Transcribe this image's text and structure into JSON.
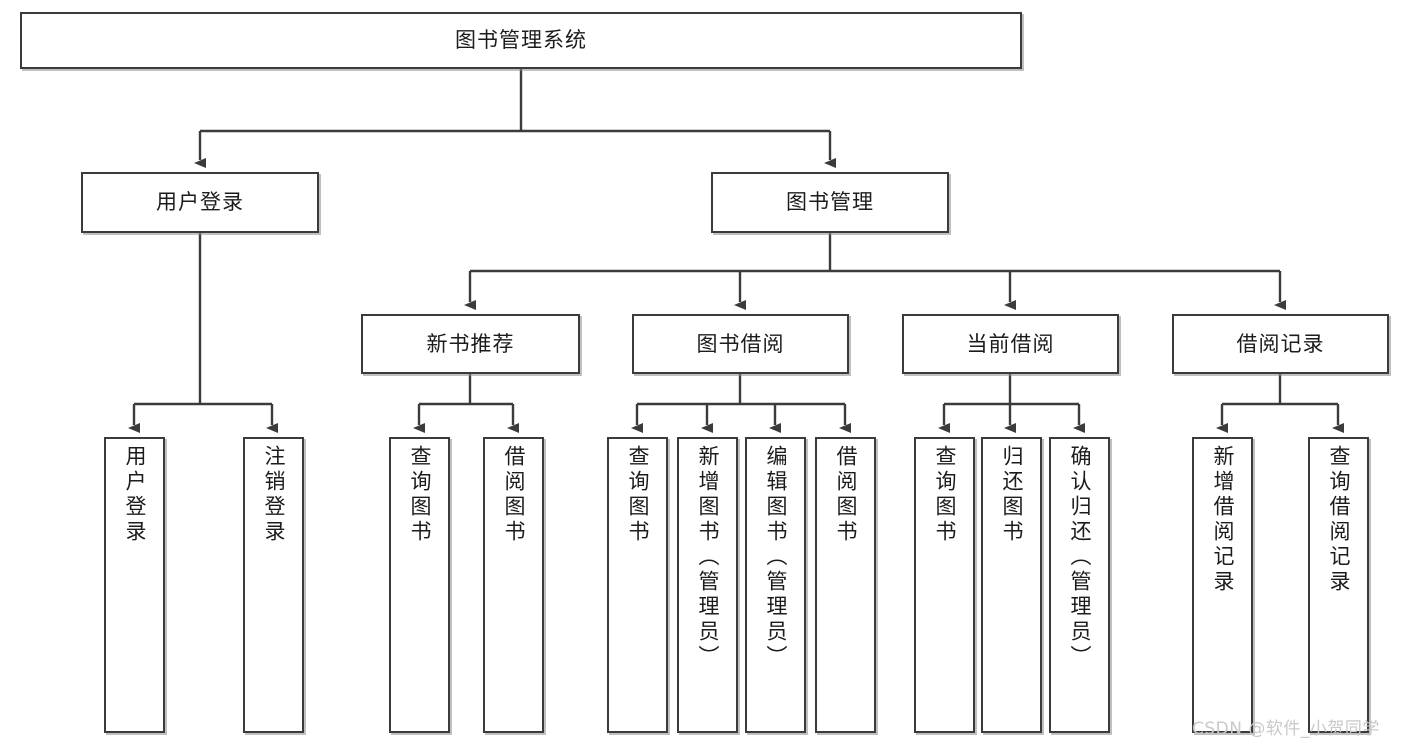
{
  "diagram": {
    "title": "图书管理系统",
    "type": "tree",
    "colors": {
      "node_border": "#3b3b3b",
      "node_fill": "#ffffff",
      "connector": "#3b3b3b",
      "text": "#1c1c1c",
      "watermark": "#c9c9c9"
    },
    "root": {
      "label": "图书管理系统"
    },
    "level1": [
      {
        "label": "用户登录"
      },
      {
        "label": "图书管理"
      }
    ],
    "level2": [
      {
        "label": "新书推荐"
      },
      {
        "label": "图书借阅"
      },
      {
        "label": "当前借阅"
      },
      {
        "label": "借阅记录"
      }
    ],
    "leaves": {
      "user_login": [
        {
          "label": "用户登录"
        },
        {
          "label": "注销登录"
        }
      ],
      "new_book_recommend": [
        {
          "label": "查询图书"
        },
        {
          "label": "借阅图书"
        }
      ],
      "book_borrow": [
        {
          "label": "查询图书"
        },
        {
          "label": "新增图书（管理员）"
        },
        {
          "label": "编辑图书（管理员）"
        },
        {
          "label": "借阅图书"
        }
      ],
      "current_borrow": [
        {
          "label": "查询图书"
        },
        {
          "label": "归还图书"
        },
        {
          "label": "确认归还（管理员）"
        }
      ],
      "borrow_record": [
        {
          "label": "新增借阅记录"
        },
        {
          "label": "查询借阅记录"
        }
      ]
    }
  },
  "watermark": {
    "text": "CSDN @软件_小贺同学"
  }
}
